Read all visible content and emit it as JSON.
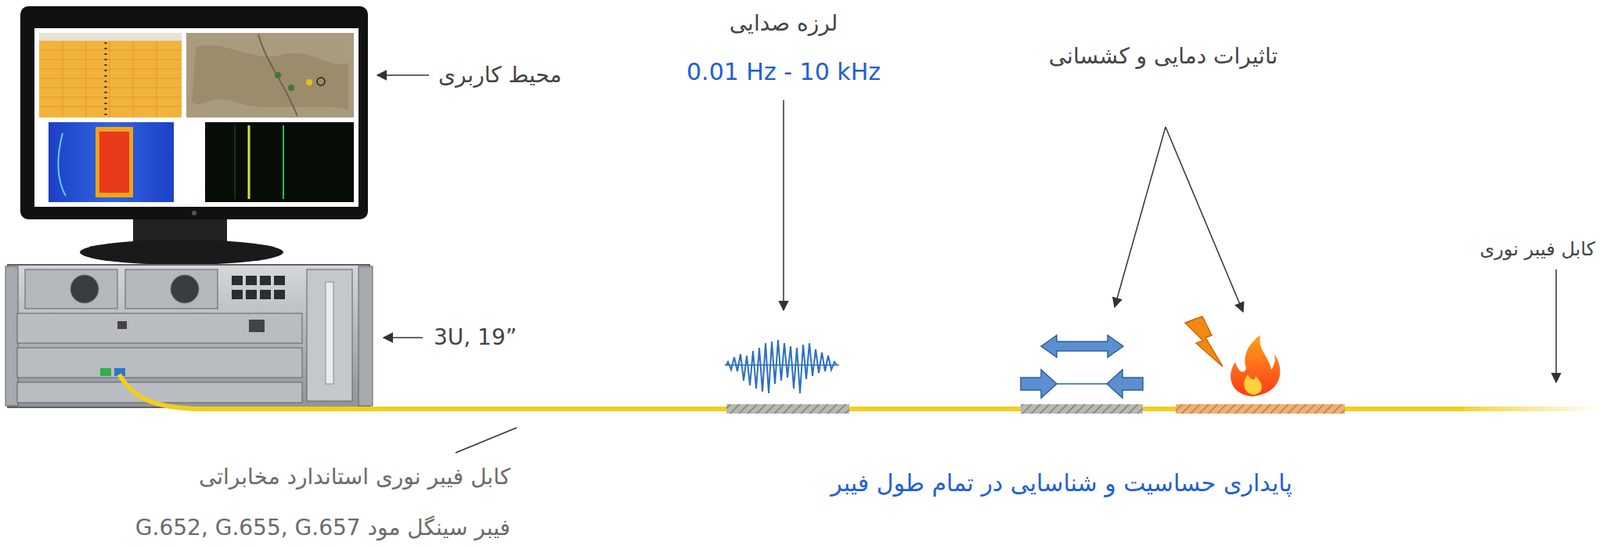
{
  "diagram": {
    "labels": [
      "لرزه صدایی",
      "0.01 Hz - 10 kHz",
      "تاثیرات دمایی و کشسانی",
      "محیط کاربری",
      "کابل فیبر نوری",
      "3U, 19”",
      "کابل فیبر نوری استاندارد مخابراتی",
      "پایداری حساسیت و شناسایی در تمام طول فیبر",
      "فیبر سینگل مود G.652, G.655, G.657"
    ]
  }
}
